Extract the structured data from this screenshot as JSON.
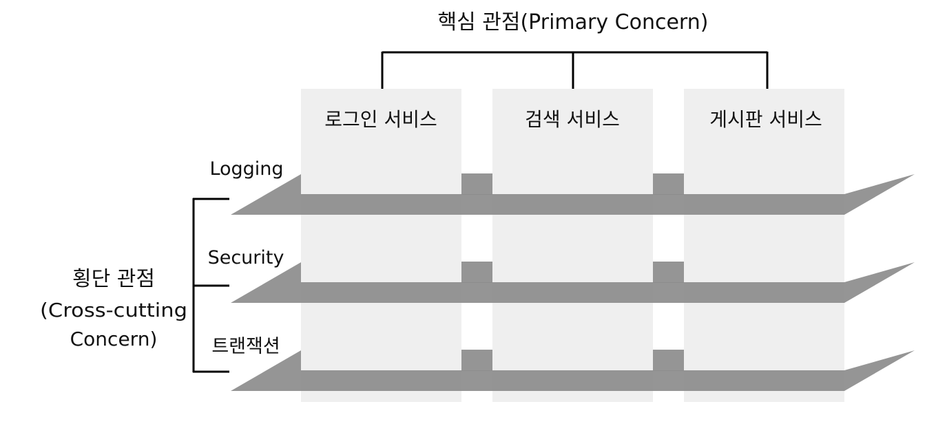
{
  "primary_concern": {
    "title": "핵심 관점(Primary Concern)",
    "services": [
      {
        "label": "로그인 서비스"
      },
      {
        "label": "검색 서비스"
      },
      {
        "label": "게시판 서비스"
      }
    ]
  },
  "cross_cutting": {
    "title_line1": "횡단 관점",
    "title_line2": "(Cross-cutting",
    "title_line3": "Concern)",
    "layers": [
      {
        "label": "Logging"
      },
      {
        "label": "Security"
      },
      {
        "label": "트랜잭션"
      }
    ]
  },
  "colors": {
    "column_fill": "#efefef",
    "layer_fill": "#8c8c8c",
    "bracket_stroke": "#000000",
    "text": "#111111"
  }
}
